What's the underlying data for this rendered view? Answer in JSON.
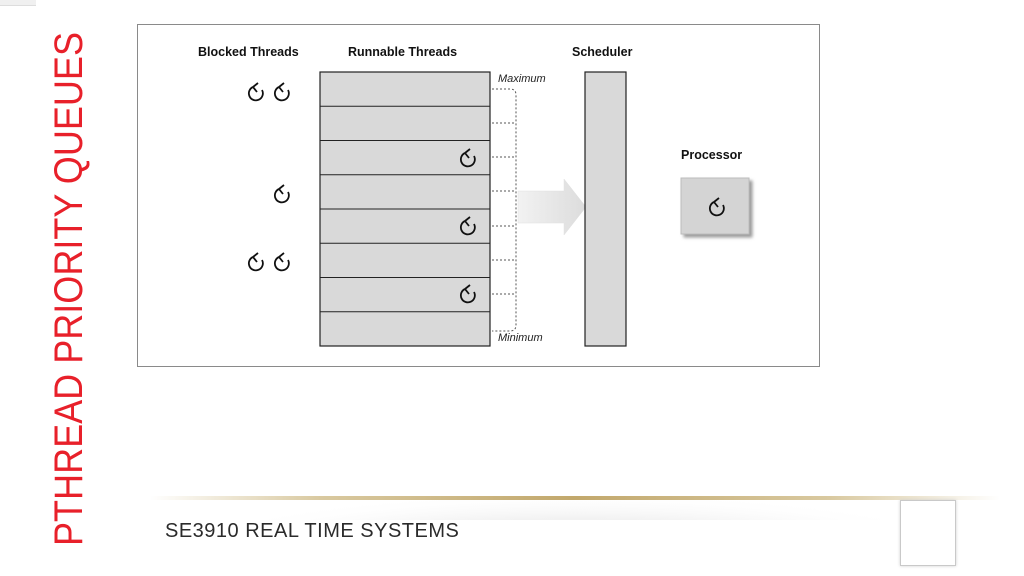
{
  "slide": {
    "title": "PTHREAD PRIORITY QUEUES",
    "footer": "SE3910 REAL TIME SYSTEMS"
  },
  "diagram": {
    "headers": {
      "blocked": "Blocked Threads",
      "runnable": "Runnable Threads",
      "scheduler": "Scheduler",
      "processor": "Processor"
    },
    "labels": {
      "maximum": "Maximum",
      "minimum": "Minimum"
    },
    "queue_levels": 8,
    "runnable_threads_in_levels": [
      3,
      5,
      7
    ],
    "blocked_thread_groups": [
      2,
      1,
      2
    ]
  },
  "colors": {
    "title": "#e8202a",
    "queue_fill": "#d9d9d9",
    "outline": "#222222",
    "arrow": "#e6e6e6"
  }
}
